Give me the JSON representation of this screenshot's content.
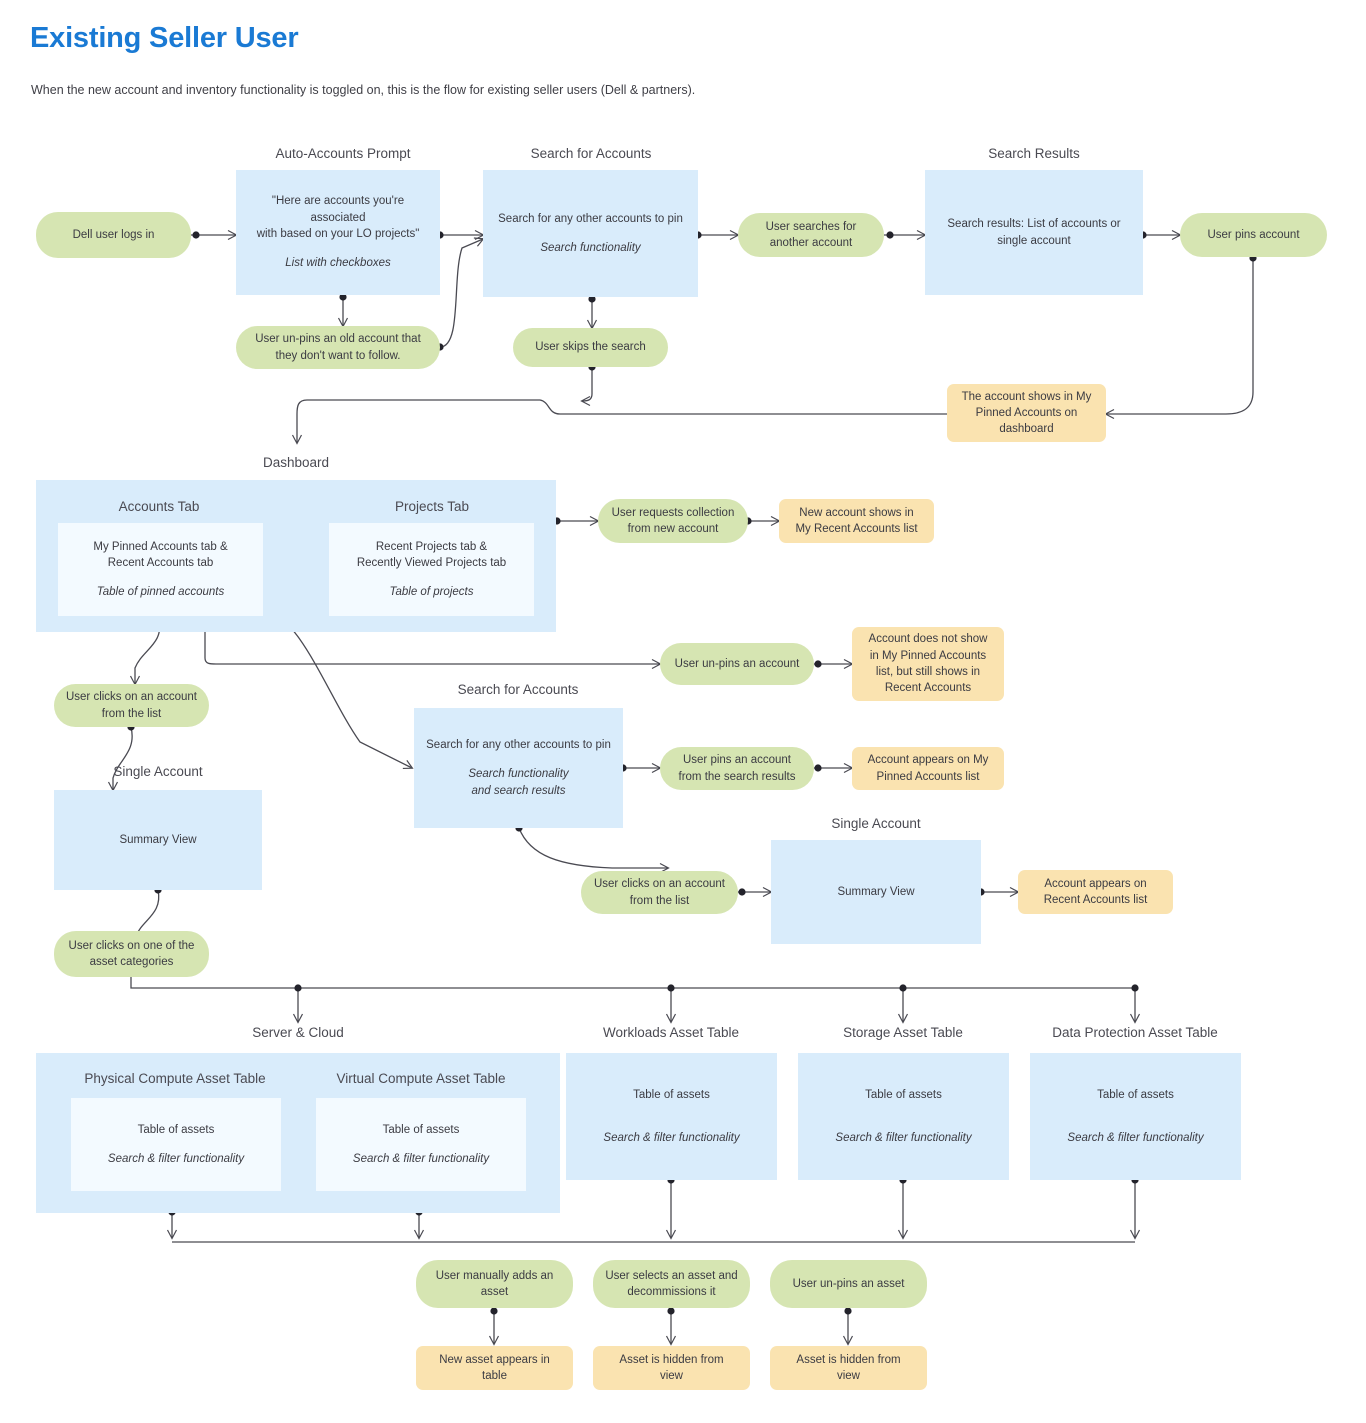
{
  "page": {
    "title": "Existing Seller User",
    "subtitle": "When the new account and inventory functionality is toggled on, this is the flow for existing seller users (Dell & partners).",
    "title_color": "#1a7ad4"
  },
  "colors": {
    "screen_blue": "#d9ecfb",
    "screen_inner": "#f3faff",
    "action_green": "#d6e5b2",
    "outcome_amber": "#fae3b0",
    "connector": "#4a4a52",
    "text": "#3b3b42"
  },
  "group_labels": {
    "auto_accounts_prompt": "Auto-Accounts Prompt",
    "search_for_accounts_top": "Search for Accounts",
    "search_results": "Search Results",
    "dashboard": "Dashboard",
    "accounts_tab": "Accounts Tab",
    "projects_tab": "Projects Tab",
    "search_for_accounts_mid": "Search for Accounts",
    "single_account_left": "Single Account",
    "single_account_right": "Single Account",
    "server_and_cloud": "Server & Cloud",
    "physical_compute": "Physical Compute Asset Table",
    "virtual_compute": "Virtual Compute Asset Table",
    "workloads": "Workloads Asset Table",
    "storage": "Storage Asset Table",
    "data_protection": "Data Protection Asset Table"
  },
  "nodes": {
    "dell_user_logs_in": {
      "line1": "Dell user logs in"
    },
    "auto_accounts_screen": {
      "line1": "\"Here are accounts you're associated",
      "line2": "with based on your LO projects\"",
      "italic": "List with checkboxes"
    },
    "user_unpins_old_account": {
      "line1": "User un-pins an old account that",
      "line2": "they don't want to follow."
    },
    "search_accounts_screen_top": {
      "line1": "Search for any other accounts to pin",
      "italic": "Search functionality"
    },
    "user_skips_search": {
      "line1": "User skips the search"
    },
    "user_searches_another": {
      "line1": "User searches for",
      "line2": "another account"
    },
    "search_results_screen": {
      "line1": "Search results: List of accounts or",
      "line2": "single account"
    },
    "user_pins_account": {
      "line1": "User pins account"
    },
    "account_shows_pinned_dashboard": {
      "line1": "The account shows in My",
      "line2": "Pinned Accounts on",
      "line3": "dashboard"
    },
    "accounts_tab_inner": {
      "line1": "My Pinned Accounts tab &",
      "line2": "Recent Accounts tab",
      "italic": "Table of pinned accounts"
    },
    "projects_tab_inner": {
      "line1": "Recent Projects tab &",
      "line2": "Recently Viewed Projects tab",
      "italic": "Table of projects"
    },
    "user_requests_collection": {
      "line1": "User requests collection",
      "line2": "from new account"
    },
    "new_account_shows_recent": {
      "line1": "New account shows in",
      "line2": "My Recent Accounts list"
    },
    "user_unpins_account": {
      "line1": "User un-pins an account"
    },
    "account_not_show_pinned": {
      "line1": "Account does not show",
      "line2": "in My Pinned Accounts",
      "line3": "list, but still shows in",
      "line4": "Recent Accounts"
    },
    "user_clicks_account_left": {
      "line1": "User clicks on an account",
      "line2": "from the list"
    },
    "summary_view_left": {
      "line1": "Summary View"
    },
    "user_clicks_asset_categories": {
      "line1": "User clicks on one of the",
      "line2": "asset categories"
    },
    "search_accounts_screen_mid": {
      "line1": "Search for any other accounts to pin",
      "italic1": "Search functionality",
      "italic2": "and search results"
    },
    "user_pins_from_results": {
      "line1": "User pins an account",
      "line2": "from the search results"
    },
    "account_appears_pinned_list": {
      "line1": "Account appears on My",
      "line2": "Pinned Accounts list"
    },
    "user_clicks_account_mid": {
      "line1": "User clicks on an account",
      "line2": "from the list"
    },
    "summary_view_right": {
      "line1": "Summary View"
    },
    "account_appears_recent_list": {
      "line1": "Account appears on",
      "line2": "Recent Accounts list"
    },
    "physical_compute_inner": {
      "line1": "Table of assets",
      "italic": "Search & filter functionality"
    },
    "virtual_compute_inner": {
      "line1": "Table of assets",
      "italic": "Search & filter functionality"
    },
    "workloads_screen": {
      "line1": "Table of assets",
      "italic": "Search & filter functionality"
    },
    "storage_screen": {
      "line1": "Table of assets",
      "italic": "Search & filter functionality"
    },
    "data_protection_screen": {
      "line1": "Table of assets",
      "italic": "Search & filter functionality"
    },
    "user_manually_adds_asset": {
      "line1": "User manually adds an",
      "line2": "asset"
    },
    "new_asset_appears_table": {
      "line1": "New asset appears in",
      "line2": "table"
    },
    "user_decommissions_asset": {
      "line1": "User selects an asset and",
      "line2": "decommissions it"
    },
    "asset_hidden_view_1": {
      "line1": "Asset is hidden from",
      "line2": "view"
    },
    "user_unpins_asset": {
      "line1": "User un-pins an asset"
    },
    "asset_hidden_view_2": {
      "line1": "Asset is hidden from",
      "line2": "view"
    }
  }
}
